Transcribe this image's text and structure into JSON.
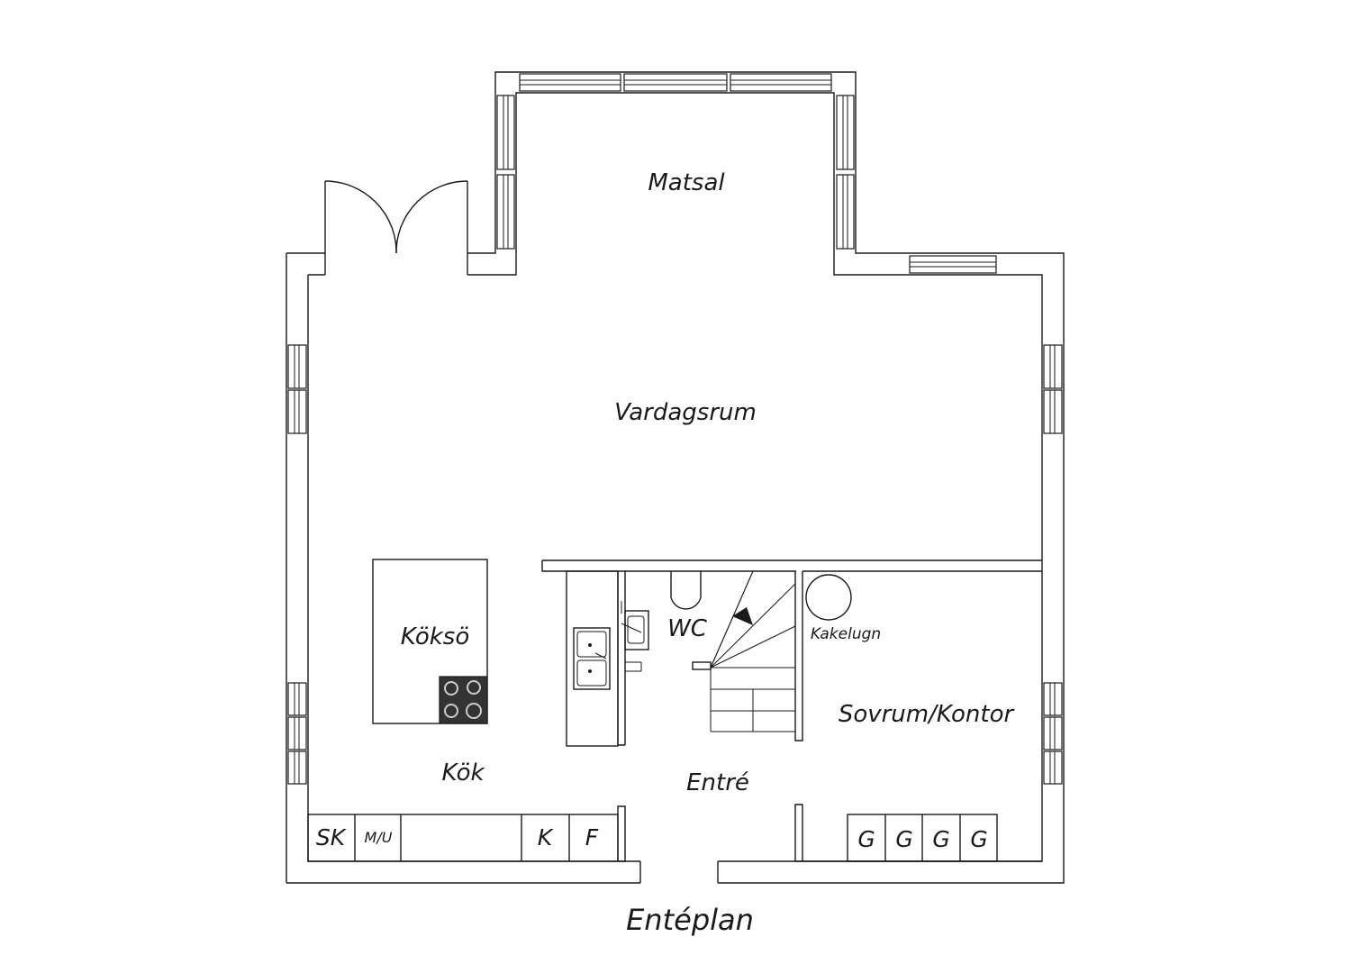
{
  "plan": {
    "title": "Entéplan",
    "rooms": {
      "matsal": "Matsal",
      "vardagsrum": "Vardagsrum",
      "kokso": "Köksö",
      "kok": "Kök",
      "wc": "WC",
      "kakelugn": "Kakelugn",
      "sovrum": "Sovrum/Kontor",
      "entre": "Entré"
    },
    "kitchen_units": [
      "SK",
      "M/U",
      "K",
      "F"
    ],
    "wardrobe_units": [
      "G",
      "G",
      "G",
      "G"
    ]
  },
  "colors": {
    "line": "#1a1a1a",
    "stove": "#333333",
    "background": "#ffffff"
  }
}
